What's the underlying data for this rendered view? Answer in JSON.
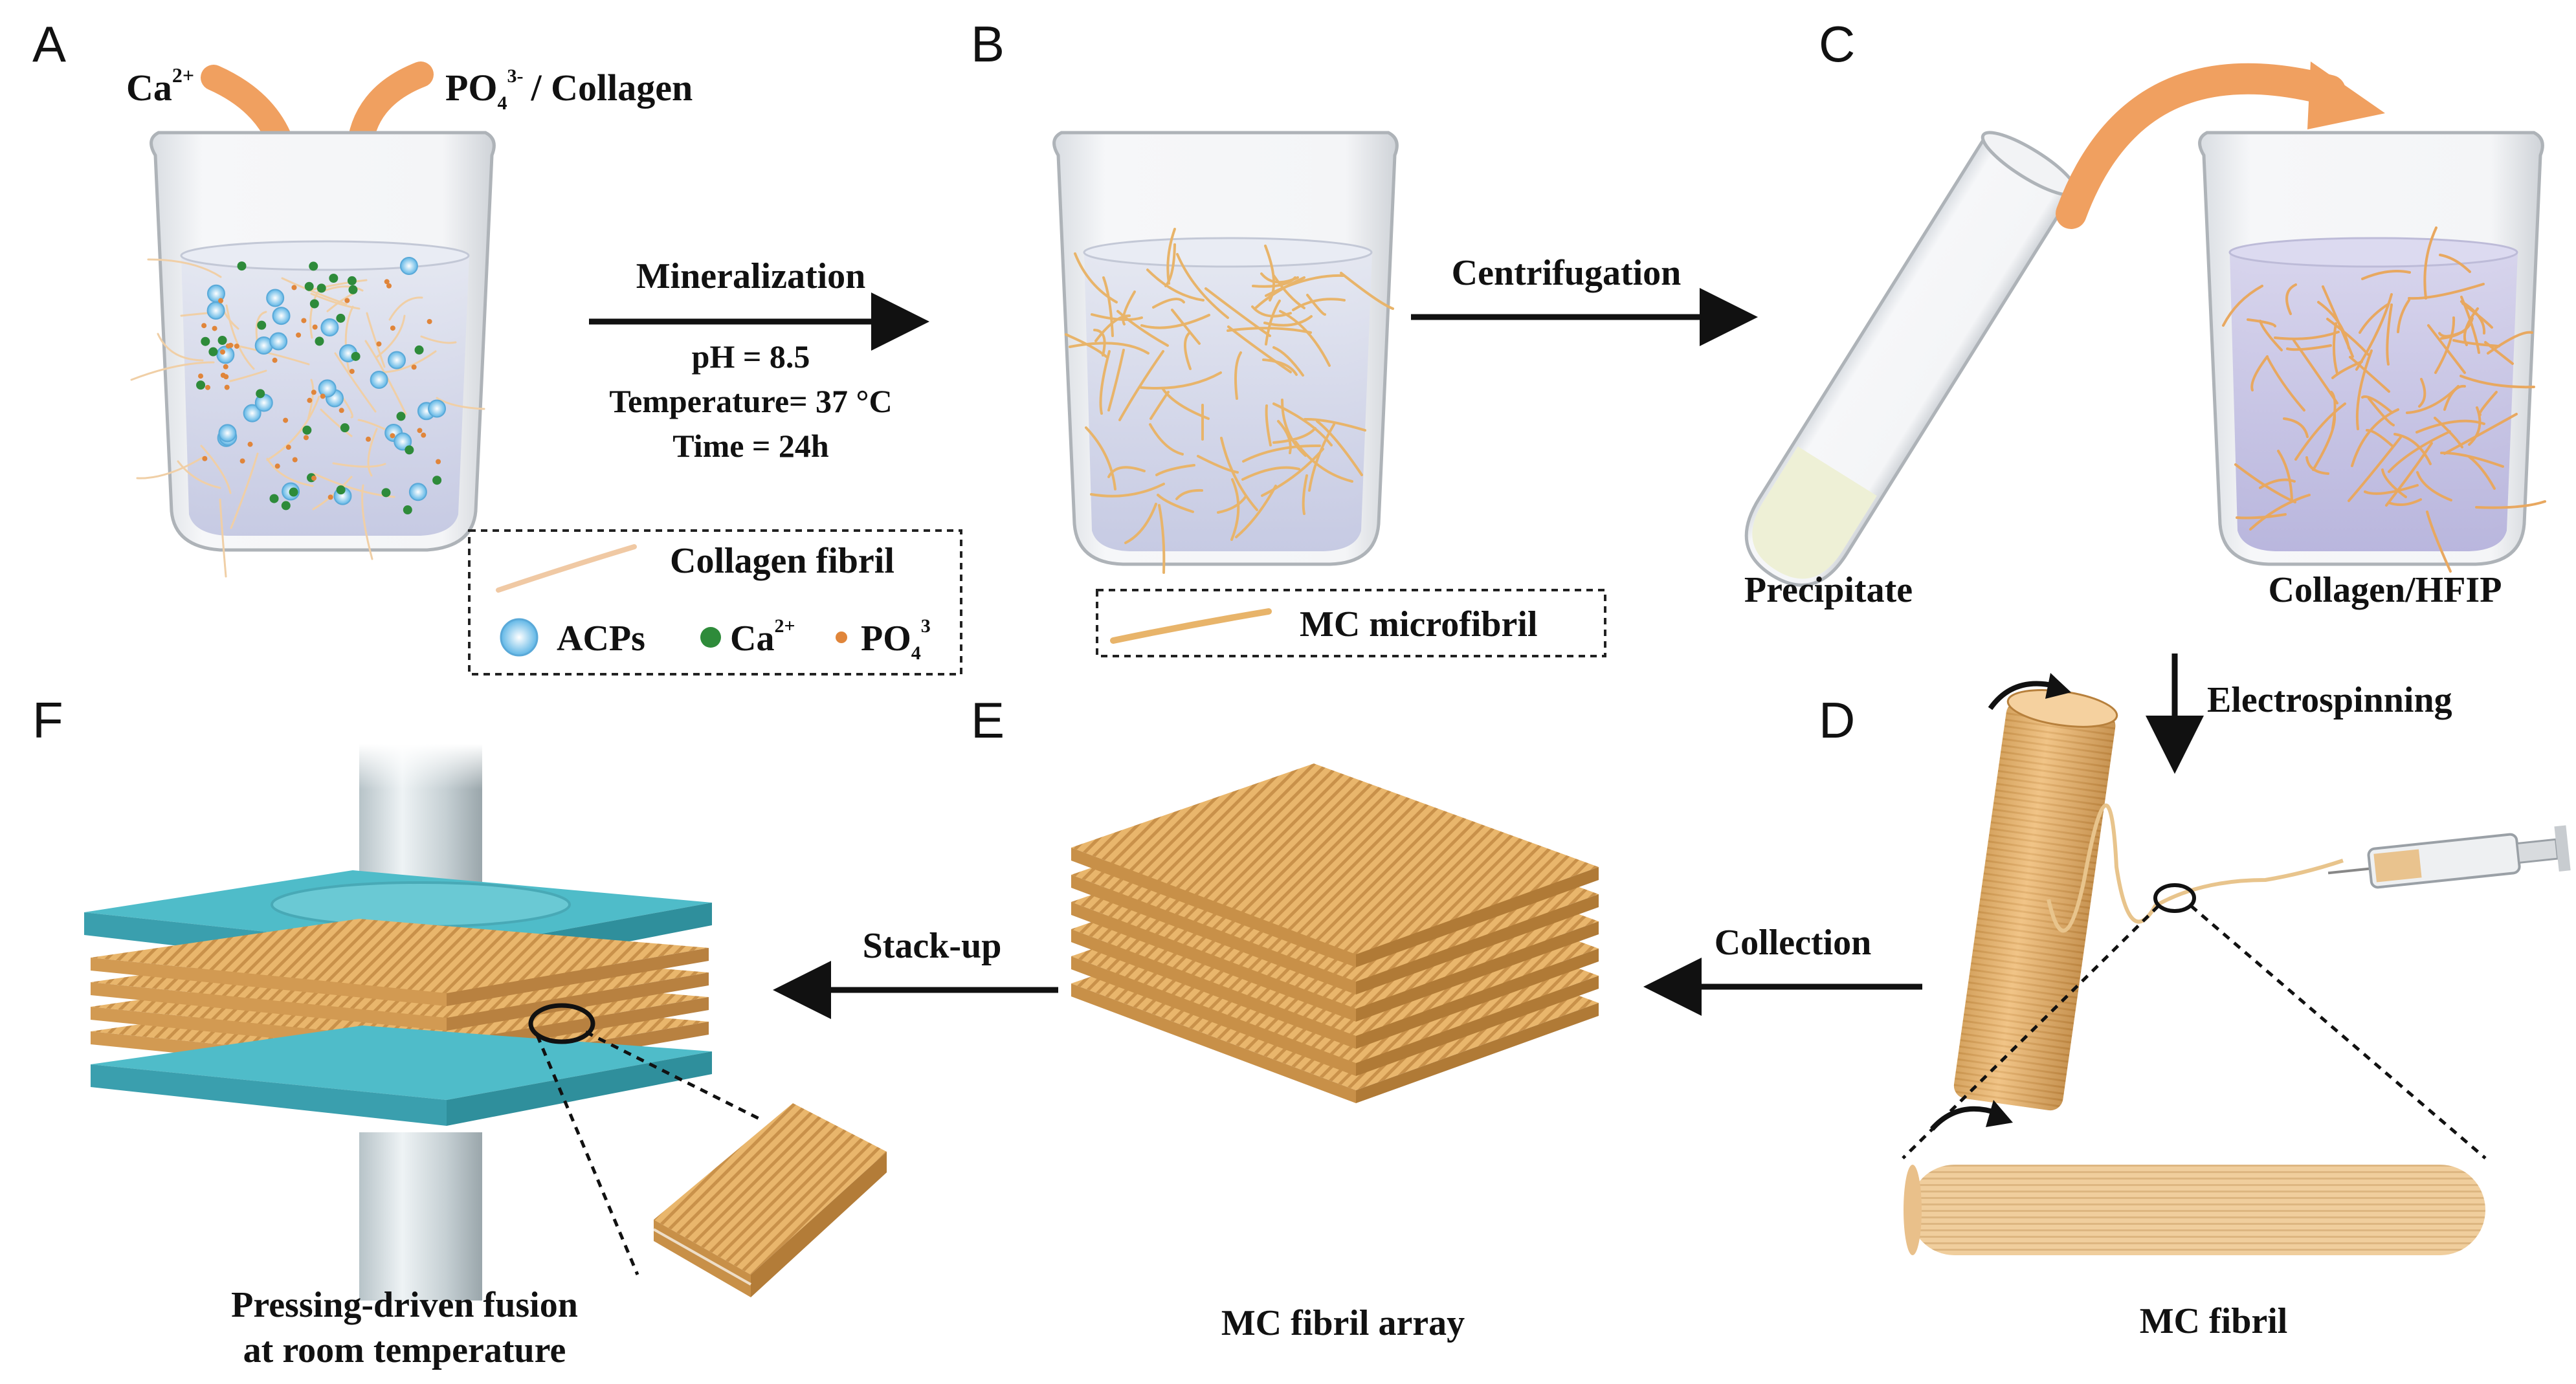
{
  "panels": {
    "a": "A",
    "b": "B",
    "c": "C",
    "d": "D",
    "e": "E",
    "f": "F"
  },
  "panel_a": {
    "ca_label": "Ca",
    "ca_sup": "2+",
    "po4_label": "PO",
    "po4_sub": "4",
    "po4_sup": "3-",
    "po4_suffix": "/ Collagen"
  },
  "mineralization": {
    "title": "Mineralization",
    "ph": "pH = 8.5",
    "temperature": "Temperature= 37 °C",
    "time": "Time = 24h"
  },
  "legend_a": {
    "collagen_fibril": "Collagen fibril",
    "acps": "ACPs",
    "ca": "Ca",
    "ca_sup": "2+",
    "po4": "PO",
    "po4_sub": "4",
    "po4_sup": "3"
  },
  "legend_b": {
    "mc_microfibril": "MC microfibril"
  },
  "steps": {
    "centrifugation": "Centrifugation",
    "electrospinning": "Electrospinning",
    "collection": "Collection",
    "stack_up": "Stack-up"
  },
  "captions": {
    "precipitate": "Precipitate",
    "collagen_hfip": "Collagen/HFIP",
    "mc_fibril": "MC fibril",
    "mc_fibril_array": "MC fibril array",
    "pressing_line1": "Pressing-driven fusion",
    "pressing_line2": "at room temperature"
  },
  "colors": {
    "orange_arrow": "#f0a060",
    "fibril": "#e8b46a",
    "teal_plate": "#4bb6c4",
    "acp_blue": "#7cc6ec",
    "ca_green": "#2e8b3a",
    "po4_orange": "#e0853a",
    "liquid": "#cdd2ea"
  }
}
